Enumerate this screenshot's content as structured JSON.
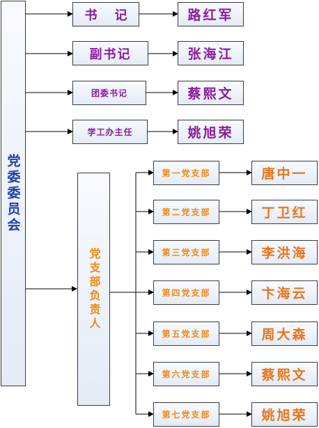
{
  "committee": {
    "label": "党委委员会"
  },
  "roles": [
    {
      "title": "书    记",
      "name": "路红军"
    },
    {
      "title": "副书记",
      "name": "张海江"
    },
    {
      "title": "团委书记",
      "name": "蔡熙文"
    },
    {
      "title": "学工办主任",
      "name": "姚旭荣"
    }
  ],
  "branch_head": {
    "label": "党支部负责人"
  },
  "branches": [
    {
      "title": "第一党支部",
      "name": "唐中一"
    },
    {
      "title": "第二党支部",
      "name": "丁卫红"
    },
    {
      "title": "第三党支部",
      "name": "李洪海"
    },
    {
      "title": "第四党支部",
      "name": "卞海云"
    },
    {
      "title": "第五党支部",
      "name": "周大森"
    },
    {
      "title": "第六党支部",
      "name": "蔡熙文"
    },
    {
      "title": "第七党支部",
      "name": "姚旭荣"
    }
  ],
  "colors": {
    "purple": "#8b1a9b",
    "orange": "#ee8a10",
    "line": "#000000"
  }
}
